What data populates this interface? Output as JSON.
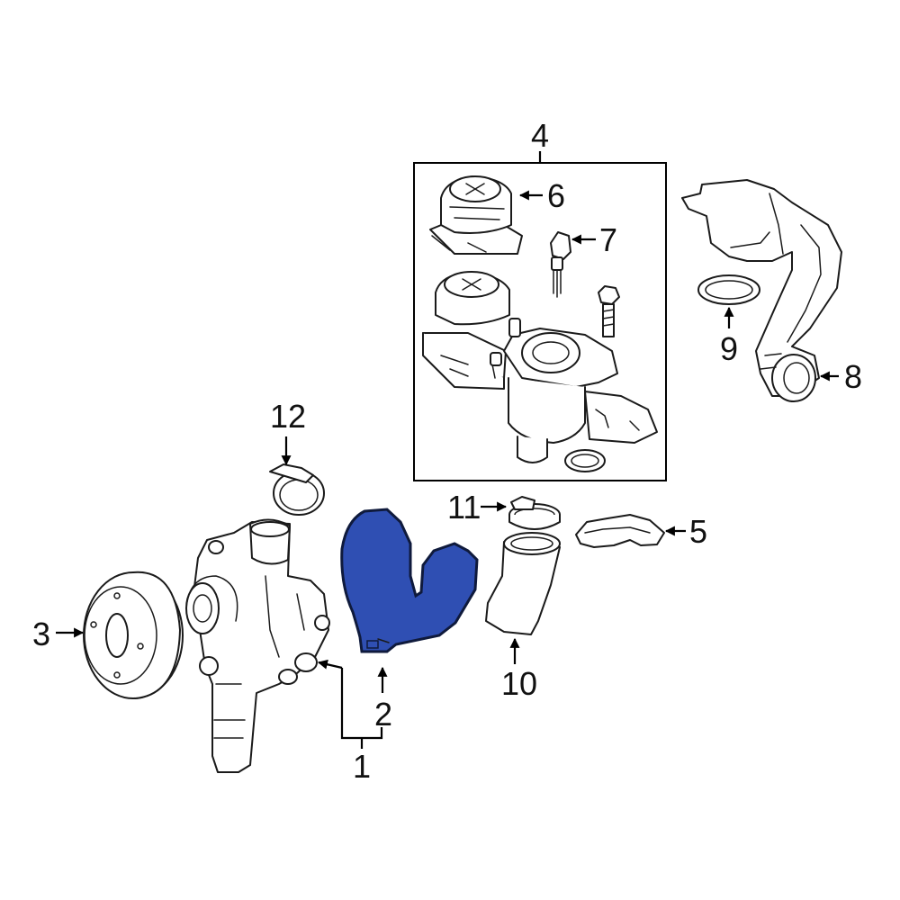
{
  "colors": {
    "highlight_fill": "#2f4fb3",
    "line": "#1a1a1a",
    "background": "#ffffff"
  },
  "callouts": {
    "c1": "1",
    "c2": "2",
    "c3": "3",
    "c4": "4",
    "c5": "5",
    "c6": "6",
    "c7": "7",
    "c8": "8",
    "c9": "9",
    "c10": "10",
    "c11": "11",
    "c12": "12"
  },
  "highlighted_part": "2"
}
